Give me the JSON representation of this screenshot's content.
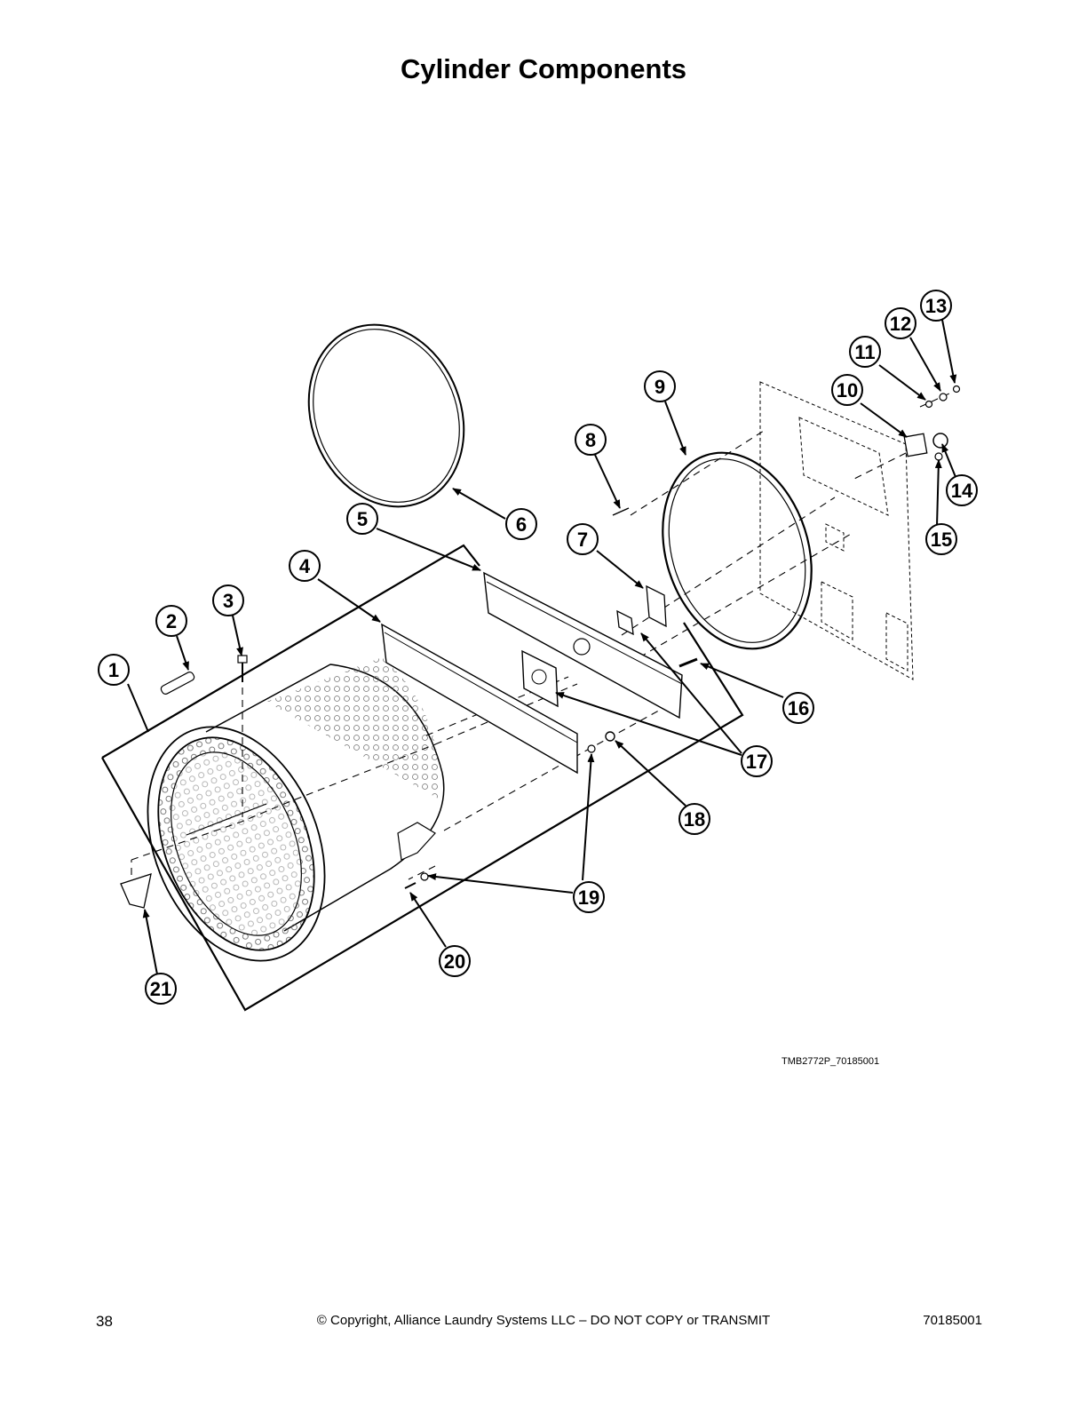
{
  "page": {
    "title": "Cylinder Components",
    "drawing_ref": "TMB2772P_70185001",
    "page_number": "38",
    "copyright": "© Copyright, Alliance Laundry Systems LLC – DO NOT COPY or TRANSMIT",
    "doc_number": "70185001"
  },
  "callouts": [
    {
      "id": "callout-1",
      "label": "1"
    },
    {
      "id": "callout-2",
      "label": "2"
    },
    {
      "id": "callout-3",
      "label": "3"
    },
    {
      "id": "callout-4",
      "label": "4"
    },
    {
      "id": "callout-5",
      "label": "5"
    },
    {
      "id": "callout-6",
      "label": "6"
    },
    {
      "id": "callout-7",
      "label": "7"
    },
    {
      "id": "callout-8",
      "label": "8"
    },
    {
      "id": "callout-9",
      "label": "9"
    },
    {
      "id": "callout-10",
      "label": "10"
    },
    {
      "id": "callout-11",
      "label": "11"
    },
    {
      "id": "callout-12",
      "label": "12"
    },
    {
      "id": "callout-13",
      "label": "13"
    },
    {
      "id": "callout-14",
      "label": "14"
    },
    {
      "id": "callout-15",
      "label": "15"
    },
    {
      "id": "callout-16",
      "label": "16"
    },
    {
      "id": "callout-17",
      "label": "17"
    },
    {
      "id": "callout-18",
      "label": "18"
    },
    {
      "id": "callout-19",
      "label": "19"
    },
    {
      "id": "callout-20",
      "label": "20"
    },
    {
      "id": "callout-21",
      "label": "21"
    }
  ]
}
